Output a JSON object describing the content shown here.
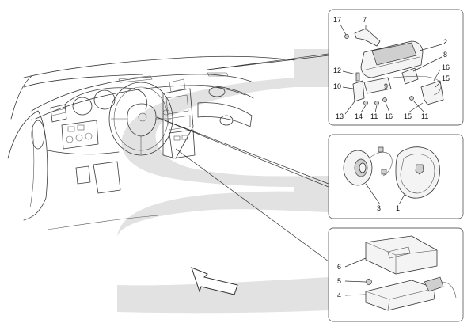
{
  "panel_top": {
    "callouts": [
      {
        "id": "c17",
        "text": "17"
      },
      {
        "id": "c7",
        "text": "7"
      },
      {
        "id": "c2",
        "text": "2"
      },
      {
        "id": "c8",
        "text": "8"
      },
      {
        "id": "c16a",
        "text": "16"
      },
      {
        "id": "c15a",
        "text": "15"
      },
      {
        "id": "c12",
        "text": "12"
      },
      {
        "id": "c10",
        "text": "10"
      },
      {
        "id": "c9",
        "text": "9"
      },
      {
        "id": "c13",
        "text": "13"
      },
      {
        "id": "c14",
        "text": "14"
      },
      {
        "id": "c11a",
        "text": "11"
      },
      {
        "id": "c16b",
        "text": "16"
      },
      {
        "id": "c15b",
        "text": "15"
      },
      {
        "id": "c11b",
        "text": "11"
      }
    ]
  },
  "panel_middle": {
    "callouts": [
      {
        "id": "c3",
        "text": "3"
      },
      {
        "id": "c1",
        "text": "1"
      }
    ]
  },
  "panel_bottom": {
    "callouts": [
      {
        "id": "c6",
        "text": "6"
      },
      {
        "id": "c5",
        "text": "5"
      },
      {
        "id": "c4",
        "text": "4"
      }
    ]
  },
  "colors": {
    "flow_band": "#e2e2e2",
    "panel_border": "#666666",
    "line": "#3a3a3a"
  }
}
